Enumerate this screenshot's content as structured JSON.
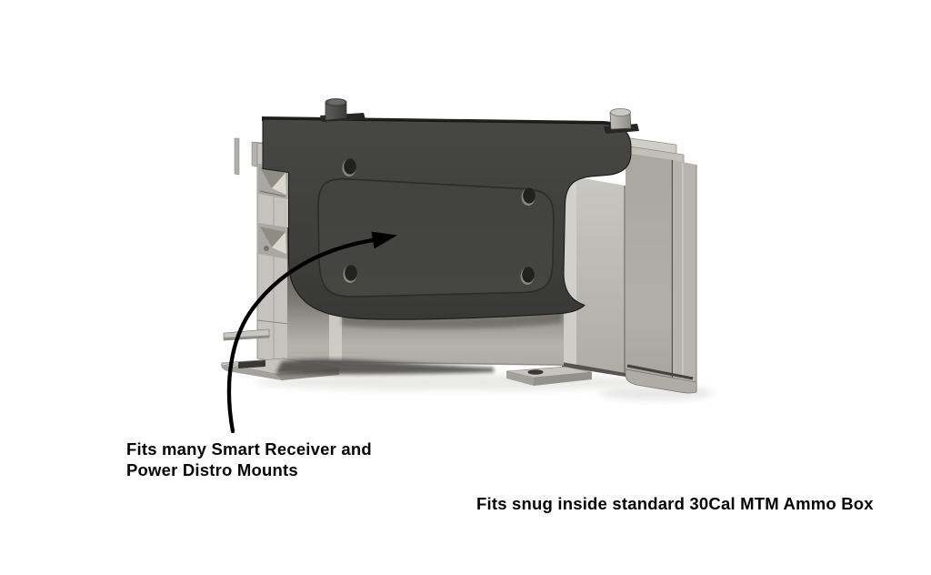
{
  "figure": {
    "kind": "annotated 3D CAD render of a mounting plate bracket assembly",
    "background": "#ffffff"
  },
  "annotations": {
    "mount_label": {
      "line1": "Fits many Smart Receiver and",
      "line2": "Power Distro Mounts"
    },
    "box_label": "Fits snug inside standard 30Cal MTM Ammo Box",
    "arrow": {
      "icon": "curved-arrow",
      "points_to": "mounting-plate",
      "color": "#000000"
    }
  },
  "colors": {
    "plate_dark": "#3d3d3b",
    "plate_top_edge": "#1f1f1d",
    "bracket_light_gray": "#c6c4be",
    "bracket_mid_gray": "#a8a79f",
    "bracket_shadow_gray": "#55534d",
    "text": "#050505",
    "background": "#ffffff"
  }
}
